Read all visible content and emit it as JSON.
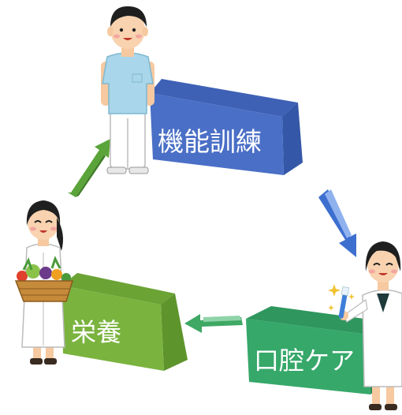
{
  "boxes": {
    "top": {
      "label": "機能訓練",
      "front": "#4a6fc6",
      "top": "#3e61b6",
      "side": "#3457a8"
    },
    "left": {
      "label": "栄養",
      "front": "#7ab33e",
      "top": "#6ba334",
      "side": "#5e942c"
    },
    "right": {
      "label": "口腔ケア",
      "front": "#36a86a",
      "top": "#2f975e",
      "side": "#288852"
    }
  },
  "arrows": {
    "top_left": {
      "color": "#5aa43a"
    },
    "right_top": {
      "color": "#3d6fcf"
    },
    "bottom": {
      "color": "#3ea864"
    }
  },
  "figures": {
    "top": "physical-therapist",
    "left": "dietitian-with-vegetable-basket",
    "right": "dental-hygienist-with-toothbrush"
  }
}
